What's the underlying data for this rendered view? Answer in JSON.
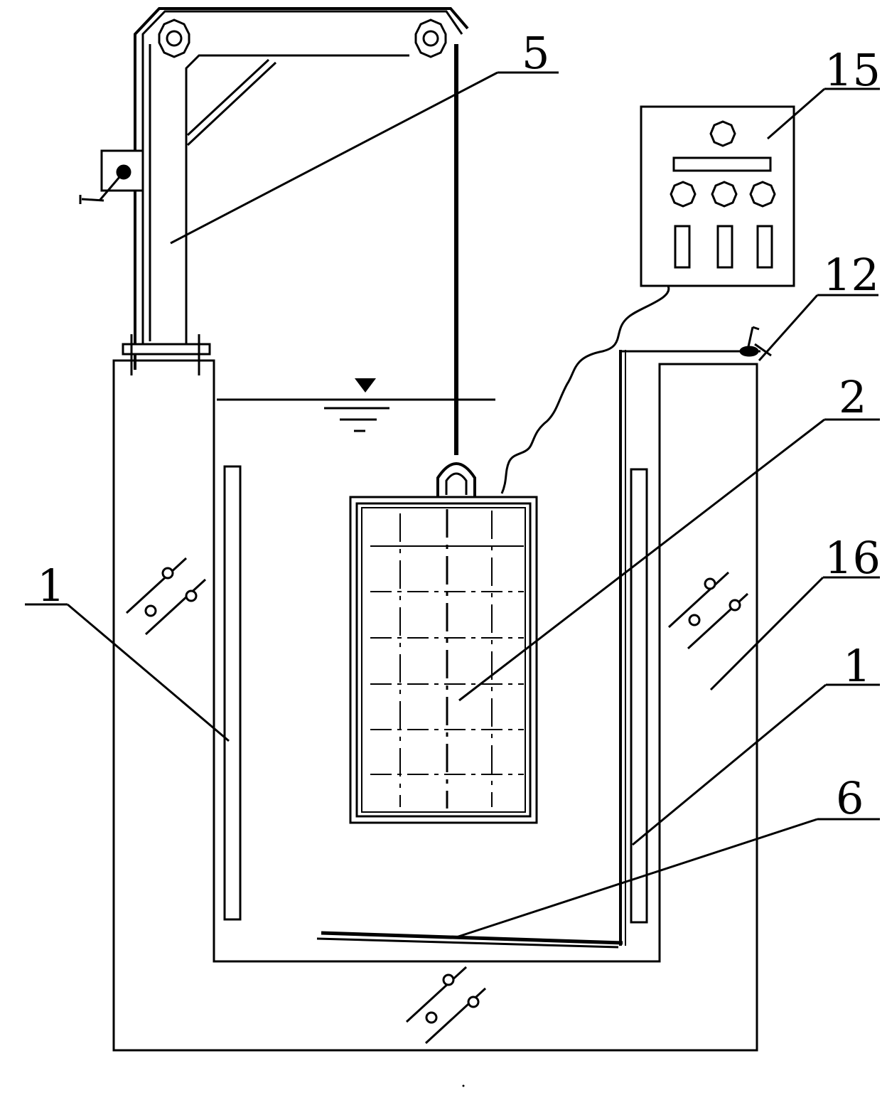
{
  "labels": {
    "num_5": "5",
    "num_15": "15",
    "num_12": "12",
    "num_2": "2",
    "num_16": "16",
    "num_1_left": "1",
    "num_1_right": "1",
    "num_6": "6"
  },
  "icons": {
    "water_level": "water-level-icon",
    "pulley": "pulley-icon",
    "hand_crank": "hand-crank-icon",
    "valve": "valve-icon",
    "hook": "lifting-hook-icon",
    "knob": "control-knob-icon",
    "insulation_symbol": "insulation-hatch-icon"
  }
}
